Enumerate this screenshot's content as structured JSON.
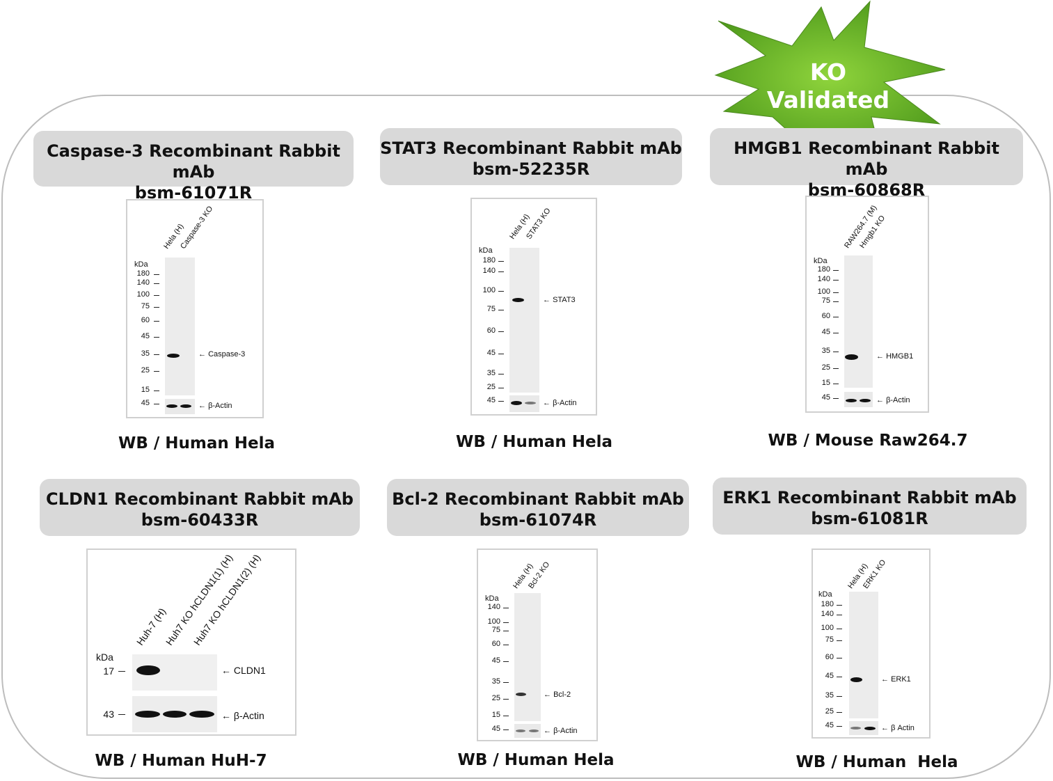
{
  "badge": {
    "line1": "KO",
    "line2": "Validated",
    "color": "#6db82d"
  },
  "panels": [
    {
      "title": "Caspase-3 Recombinant Rabbit mAb",
      "catalog": "bsm-61071R",
      "caption": "WB / Human Hela",
      "lanes": [
        "Hela (H)",
        "Caspase-3 KO"
      ],
      "kda_label": "kDa",
      "markers": [
        "180",
        "140",
        "100",
        "75",
        "60",
        "45",
        "35",
        "25",
        "15"
      ],
      "loading_marker": "45",
      "target_label": "Caspase-3",
      "loading_label": "β-Actin"
    },
    {
      "title": "STAT3 Recombinant Rabbit mAb",
      "catalog": "bsm-52235R",
      "caption": "WB / Human Hela",
      "lanes": [
        "Hela (H)",
        "STAT3 KO"
      ],
      "kda_label": "kDa",
      "markers": [
        "180",
        "140",
        "100",
        "75",
        "60",
        "45",
        "35",
        "25"
      ],
      "loading_marker": "45",
      "target_label": "STAT3",
      "loading_label": "β-Actin"
    },
    {
      "title": "HMGB1 Recombinant Rabbit mAb",
      "catalog": "bsm-60868R",
      "caption": "WB / Mouse Raw264.7",
      "lanes": [
        "RAW264.7 (M)",
        "Hmgb1 KO"
      ],
      "kda_label": "kDa",
      "markers": [
        "180",
        "140",
        "100",
        "75",
        "60",
        "45",
        "35",
        "25",
        "15"
      ],
      "loading_marker": "45",
      "target_label": "HMGB1",
      "loading_label": "β-Actin"
    },
    {
      "title": "CLDN1 Recombinant Rabbit mAb",
      "catalog": "bsm-60433R",
      "caption": "WB / Human HuH-7",
      "lanes": [
        "Huh-7 (H)",
        "Huh7 KO hCLDN1(1) (H)",
        "Huh7 KO hCLDN1(2) (H)"
      ],
      "kda_label": "kDa",
      "markers": [
        "17"
      ],
      "loading_marker": "43",
      "target_label": "CLDN1",
      "loading_label": "β-Actin"
    },
    {
      "title": "Bcl-2 Recombinant Rabbit mAb",
      "catalog": "bsm-61074R",
      "caption": "WB / Human Hela",
      "lanes": [
        "Hela (H)",
        "Bcl-2 KO"
      ],
      "kda_label": "kDa",
      "markers": [
        "140",
        "100",
        "75",
        "60",
        "45",
        "35",
        "25",
        "15"
      ],
      "loading_marker": "45",
      "target_label": "Bcl-2",
      "loading_label": "β-Actin"
    },
    {
      "title": "ERK1 Recombinant Rabbit mAb",
      "catalog": "bsm-61081R",
      "caption": "WB / Human  Hela",
      "lanes": [
        "Hela (H)",
        "ERK1 KO"
      ],
      "kda_label": "kDa",
      "markers": [
        "180",
        "140",
        "100",
        "75",
        "60",
        "45",
        "35",
        "25"
      ],
      "loading_marker": "45",
      "target_label": "ERK1",
      "loading_label": "β Actin"
    }
  ]
}
